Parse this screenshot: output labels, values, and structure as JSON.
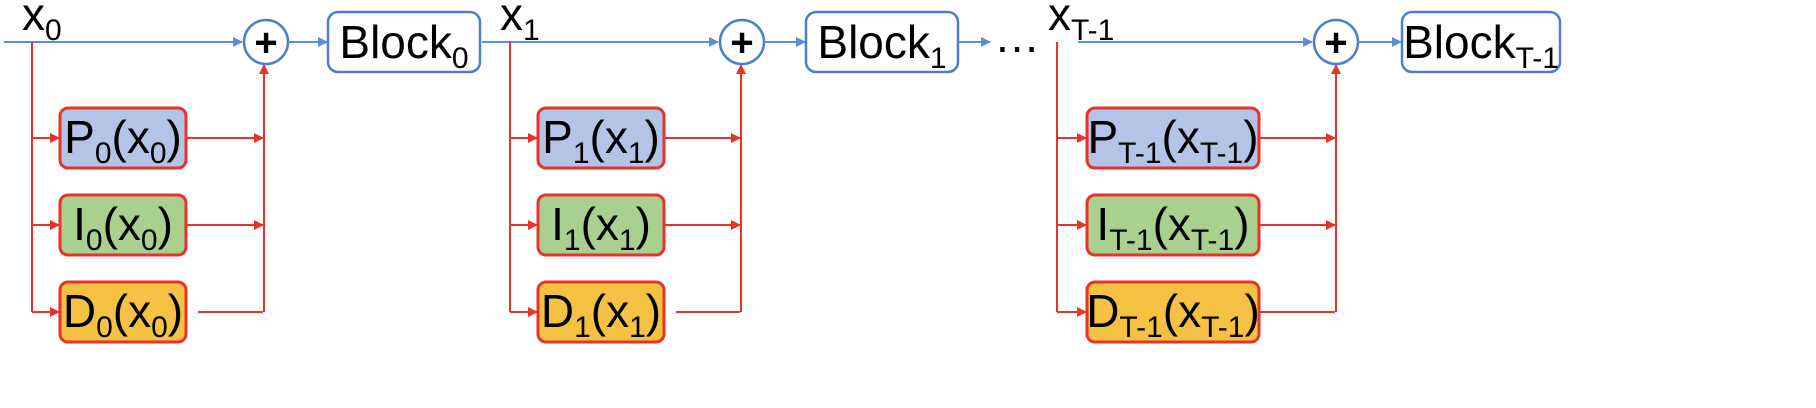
{
  "colors": {
    "main_arrow": "#5b8fd1",
    "branch_arrow": "#e8322a",
    "p_fill": "#b4c4e6",
    "i_fill": "#a9d08e",
    "d_fill": "#f4c142",
    "block_stroke": "#4a80c8",
    "term_stroke": "#e8322a"
  },
  "stages": [
    {
      "input": {
        "main": "x",
        "sub": "0"
      },
      "block": {
        "main": "Block",
        "sub": "0"
      },
      "plus_symbol": "+",
      "terms": [
        {
          "type": "P",
          "fn": "P",
          "fn_sub": "0",
          "arg": "x",
          "arg_sub": "0"
        },
        {
          "type": "I",
          "fn": "I",
          "fn_sub": "0",
          "arg": "x",
          "arg_sub": "0"
        },
        {
          "type": "D",
          "fn": "D",
          "fn_sub": "0",
          "arg": "x",
          "arg_sub": "0"
        }
      ]
    },
    {
      "input": {
        "main": "x",
        "sub": "1"
      },
      "block": {
        "main": "Block",
        "sub": "1"
      },
      "plus_symbol": "+",
      "terms": [
        {
          "type": "P",
          "fn": "P",
          "fn_sub": "1",
          "arg": "x",
          "arg_sub": "1"
        },
        {
          "type": "I",
          "fn": "I",
          "fn_sub": "1",
          "arg": "x",
          "arg_sub": "1"
        },
        {
          "type": "D",
          "fn": "D",
          "fn_sub": "1",
          "arg": "x",
          "arg_sub": "1"
        }
      ]
    },
    {
      "input": {
        "main": "x",
        "sub": "T-1"
      },
      "block": {
        "main": "Block",
        "sub": "T-1"
      },
      "plus_symbol": "+",
      "terms": [
        {
          "type": "P",
          "fn": "P",
          "fn_sub": "T-1",
          "arg": "x",
          "arg_sub": "T-1"
        },
        {
          "type": "I",
          "fn": "I",
          "fn_sub": "T-1",
          "arg": "x",
          "arg_sub": "T-1"
        },
        {
          "type": "D",
          "fn": "D",
          "fn_sub": "T-1",
          "arg": "x",
          "arg_sub": "T-1"
        }
      ]
    }
  ],
  "ellipsis": "…"
}
